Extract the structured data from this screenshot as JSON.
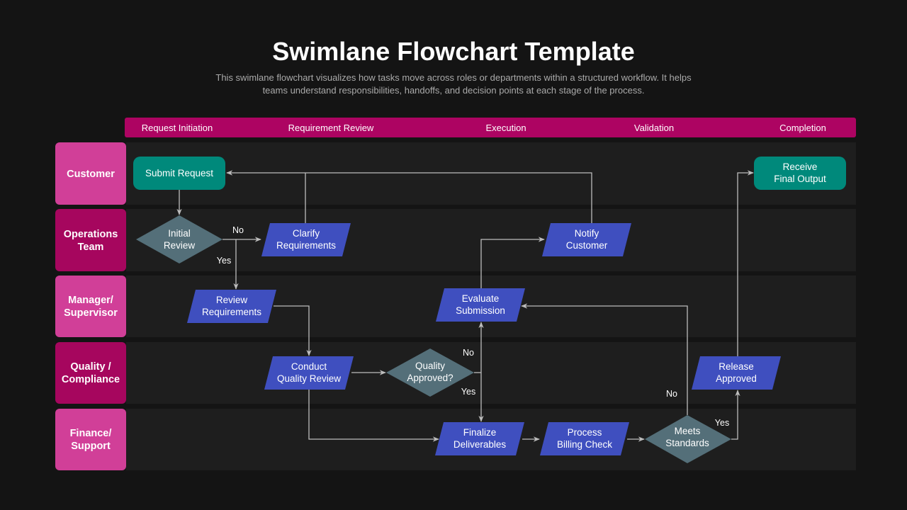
{
  "title": "Swimlane Flowchart Template",
  "subtitle": [
    "This swimlane flowchart visualizes how tasks move across roles or departments within a structured workflow. It helps",
    "teams understand responsibilities, handoffs, and decision points at each stage of the process."
  ],
  "phases": [
    "Request Initiation",
    "Requirement Review",
    "Execution",
    "Validation",
    "Completion"
  ],
  "lanes": [
    {
      "line1": "Customer",
      "line2": ""
    },
    {
      "line1": "Operations",
      "line2": "Team"
    },
    {
      "line1": "Manager/",
      "line2": "Supervisor"
    },
    {
      "line1": "Quality /",
      "line2": "Compliance"
    },
    {
      "line1": "Finance/",
      "line2": "Support"
    }
  ],
  "nodes": {
    "submit": [
      "Submit Request"
    ],
    "initial": [
      "Initial",
      "Review"
    ],
    "clarify": [
      "Clarify",
      "Requirements"
    ],
    "notify": [
      "Notify",
      "Customer"
    ],
    "receive": [
      "Receive",
      "Final Output"
    ],
    "review": [
      "Review",
      "Requirements"
    ],
    "evaluate": [
      "Evaluate",
      "Submission"
    ],
    "conduct": [
      "Conduct",
      "Quality Review"
    ],
    "quality": [
      "Quality",
      "Approved?"
    ],
    "release": [
      "Release",
      "Approved"
    ],
    "finalize": [
      "Finalize",
      "Deliverables"
    ],
    "process": [
      "Process",
      "Billing Check"
    ],
    "meets": [
      "Meets",
      "Standards"
    ]
  },
  "edge_labels": {
    "initial_no": "No",
    "initial_yes": "Yes",
    "quality_no": "No",
    "quality_yes": "Yes",
    "meets_no": "No",
    "meets_yes": "Yes"
  },
  "colors": {
    "background": "#141414",
    "lane_bg": "#1e1e1e",
    "header": "#ad0462",
    "lane_light": "#d13f98",
    "lane_dark": "#a6065e",
    "terminal": "#00897b",
    "process": "#3f4fbf",
    "decision": "#546f79"
  }
}
